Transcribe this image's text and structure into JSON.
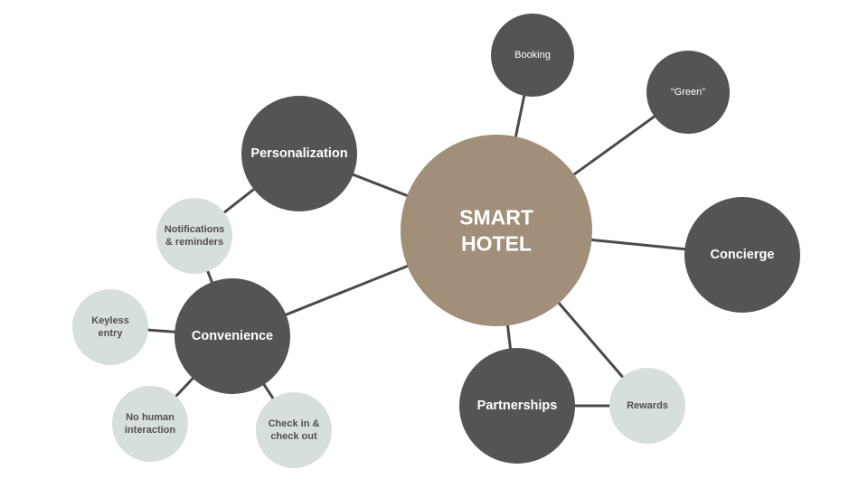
{
  "colors": {
    "center_fill": "#a18f7a",
    "primary_fill": "#545454",
    "secondary_fill": "#d6dede",
    "connector": "#4a4a4a",
    "light_text": "#ffffff",
    "dark_text": "#505050"
  },
  "center": {
    "lines": [
      "SMART",
      "HOTEL"
    ]
  },
  "nodes": {
    "booking": {
      "lines": [
        "Booking"
      ],
      "kind": "primary"
    },
    "green": {
      "lines": [
        "“Green”"
      ],
      "kind": "primary"
    },
    "concierge": {
      "lines": [
        "Concierge"
      ],
      "kind": "primary"
    },
    "personalization": {
      "lines": [
        "Personalization"
      ],
      "kind": "primary"
    },
    "convenience": {
      "lines": [
        "Convenience"
      ],
      "kind": "primary"
    },
    "partnerships": {
      "lines": [
        "Partnerships"
      ],
      "kind": "primary"
    },
    "notifications": {
      "lines": [
        "Notifications",
        "& reminders"
      ],
      "kind": "secondary"
    },
    "keyless": {
      "lines": [
        "Keyless",
        "entry"
      ],
      "kind": "secondary"
    },
    "no_human": {
      "lines": [
        "No human",
        "interaction"
      ],
      "kind": "secondary"
    },
    "checkin": {
      "lines": [
        "Check in &",
        "check out"
      ],
      "kind": "secondary"
    },
    "rewards": {
      "lines": [
        "Rewards"
      ],
      "kind": "secondary"
    }
  },
  "edges": [
    [
      "center",
      "booking"
    ],
    [
      "center",
      "green"
    ],
    [
      "center",
      "concierge"
    ],
    [
      "center",
      "personalization"
    ],
    [
      "center",
      "convenience"
    ],
    [
      "center",
      "partnerships"
    ],
    [
      "center",
      "rewards"
    ],
    [
      "personalization",
      "notifications"
    ],
    [
      "convenience",
      "notifications"
    ],
    [
      "convenience",
      "keyless"
    ],
    [
      "convenience",
      "no_human"
    ],
    [
      "convenience",
      "checkin"
    ],
    [
      "partnerships",
      "rewards"
    ]
  ]
}
